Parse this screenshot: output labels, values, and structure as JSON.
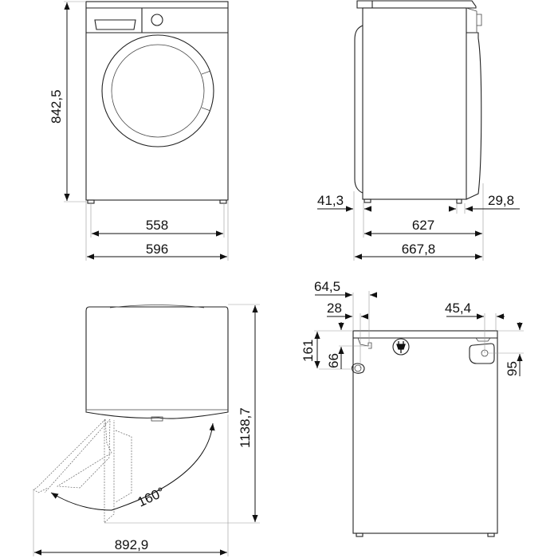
{
  "front_view": {
    "height": "842,5",
    "feet_width": "558",
    "width": "596"
  },
  "side_view": {
    "rear_offset": "41,3",
    "front_offset": "29,8",
    "feet_depth": "627",
    "depth": "667,8"
  },
  "top_view": {
    "depth_door_open": "1138,7",
    "width_door_open": "892,9",
    "door_angle": "160°"
  },
  "rear_view": {
    "plug_offset_x": "64,5",
    "hose_offset_x": "28",
    "drain_offset_x": "45,4",
    "hose_offset_y": "161",
    "plug_offset_y": "66",
    "drain_offset_y": "95"
  },
  "icons": [
    "power-plug-icon",
    "inlet-hose-icon",
    "drain-outlet-icon"
  ]
}
